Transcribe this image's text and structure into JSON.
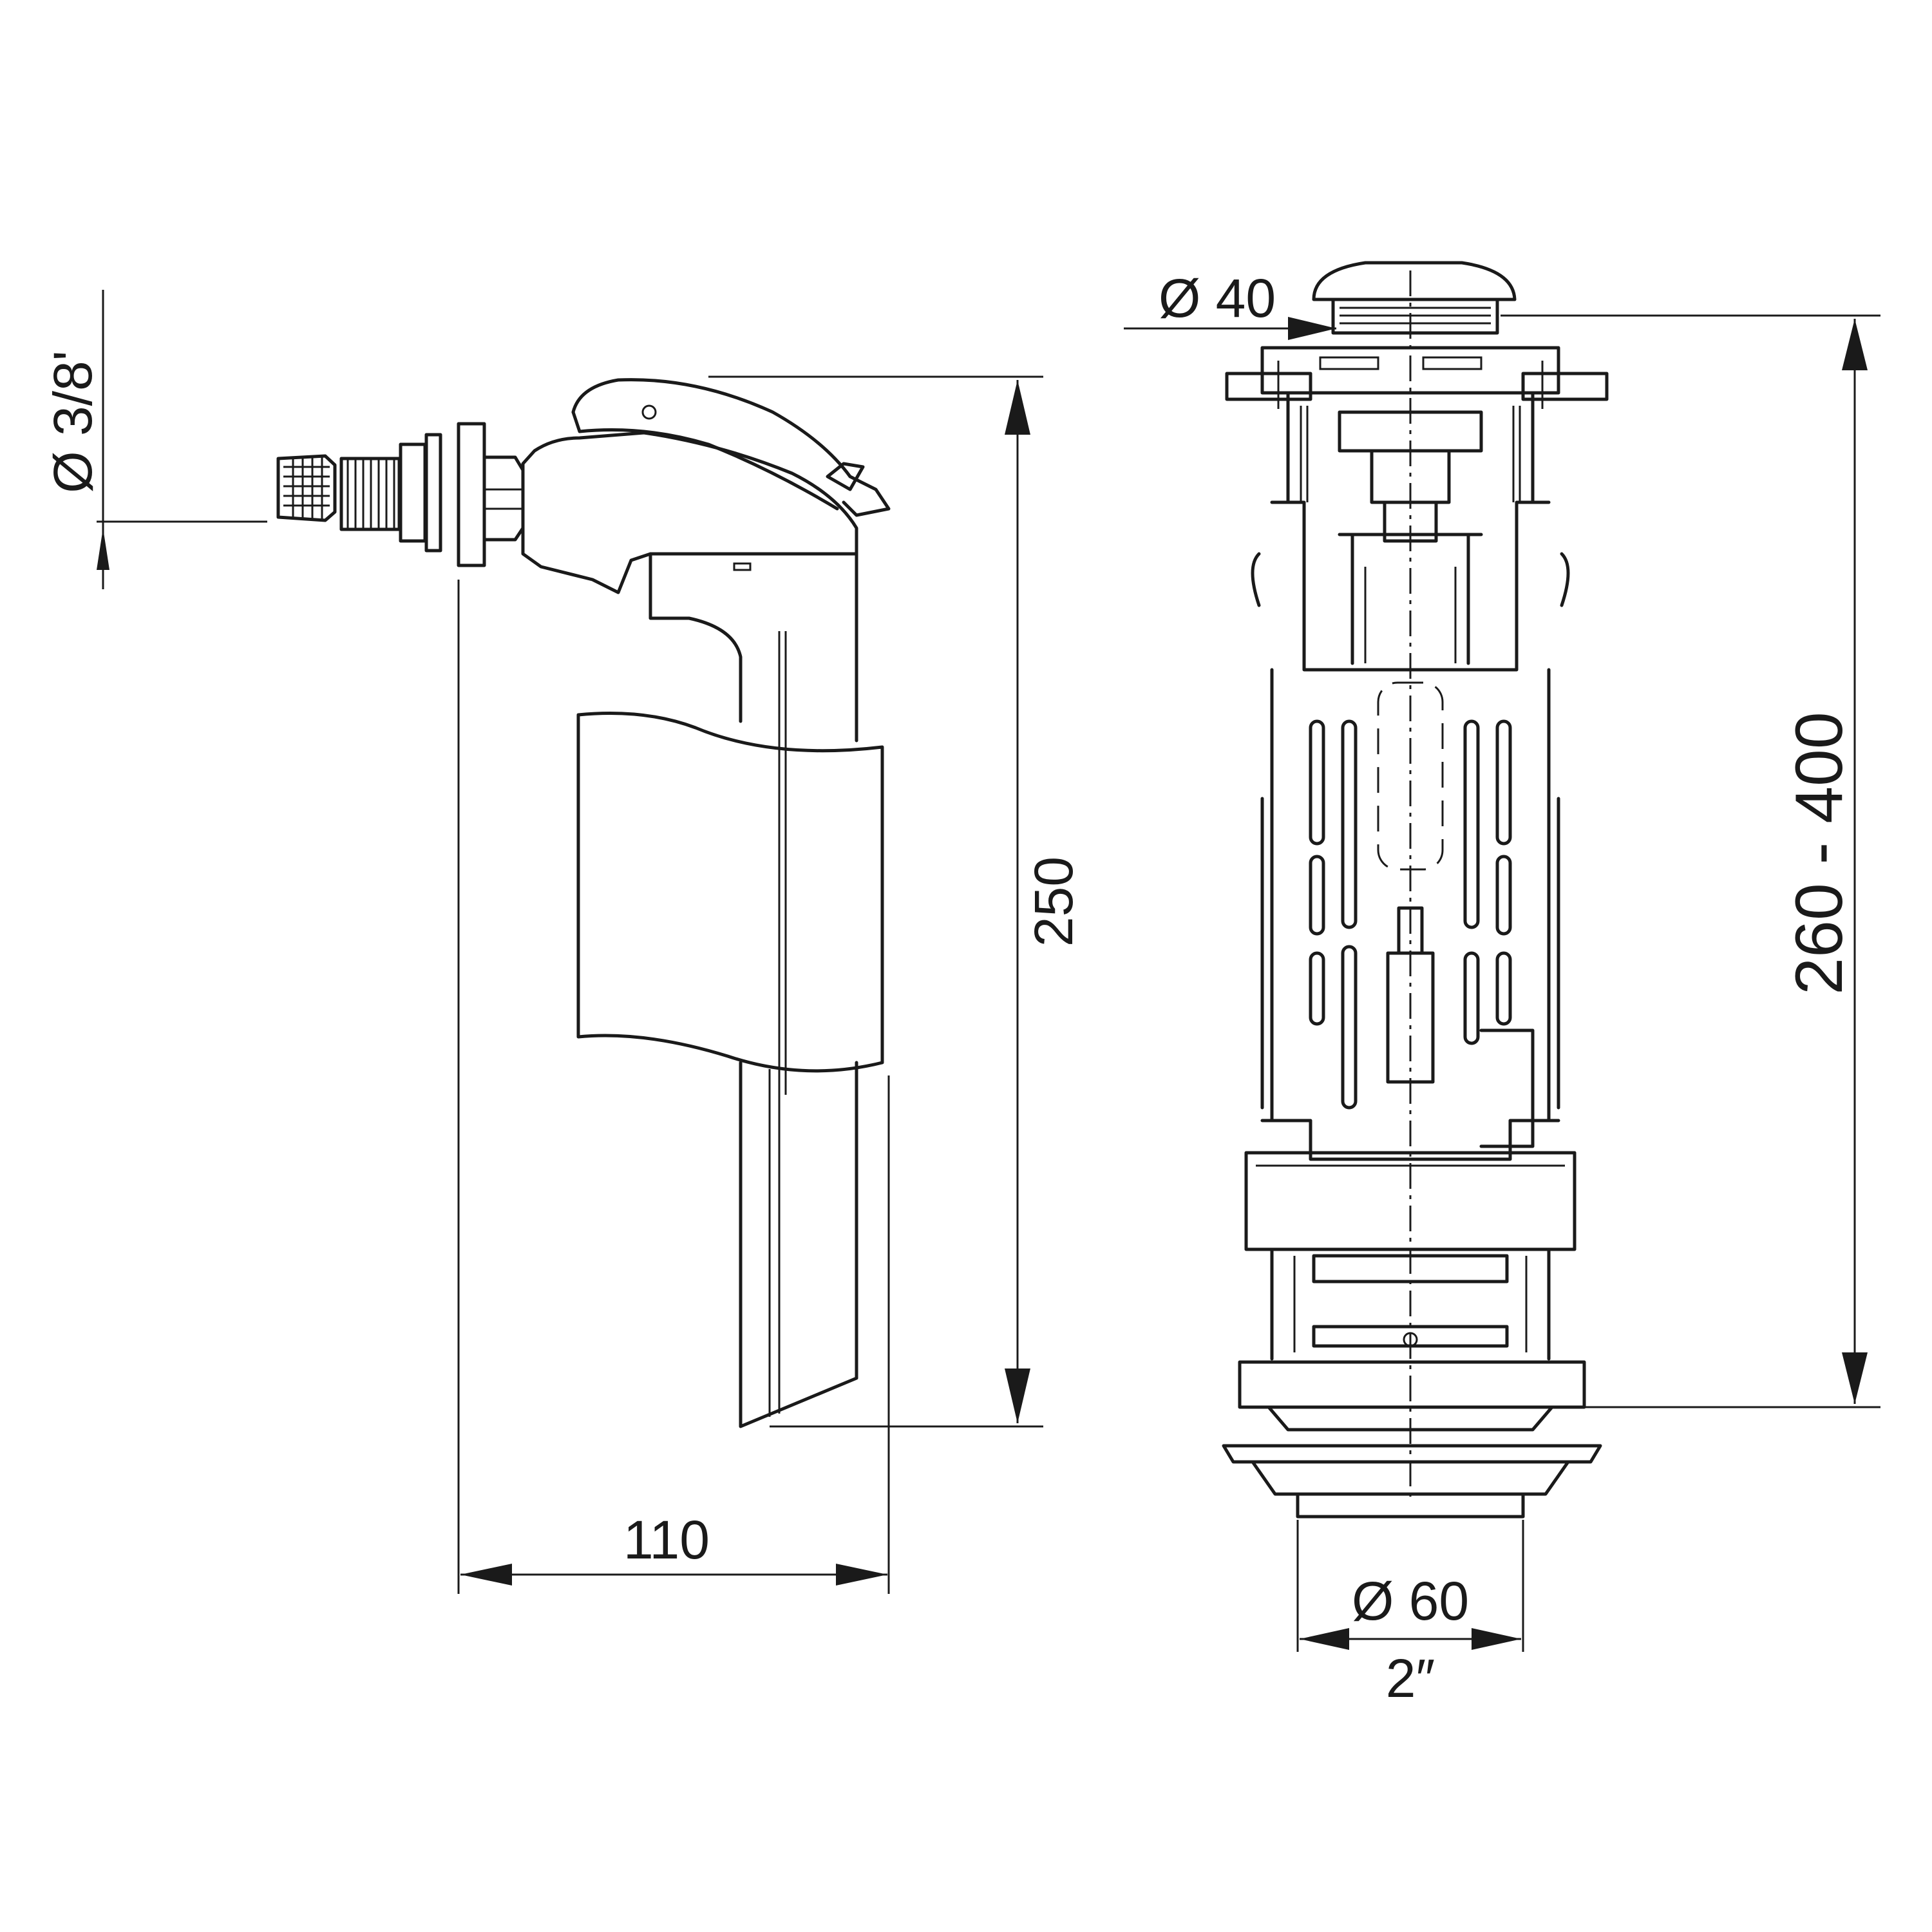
{
  "fill_valve": {
    "inlet_diameter_label": "Ø 3/8'",
    "height_label": "250",
    "width_label": "110"
  },
  "flush_valve": {
    "button_diameter_label": "Ø 40",
    "height_range_label": "260 - 400",
    "outlet_diameter_label": "Ø 60",
    "outlet_thread_label": "2″"
  }
}
